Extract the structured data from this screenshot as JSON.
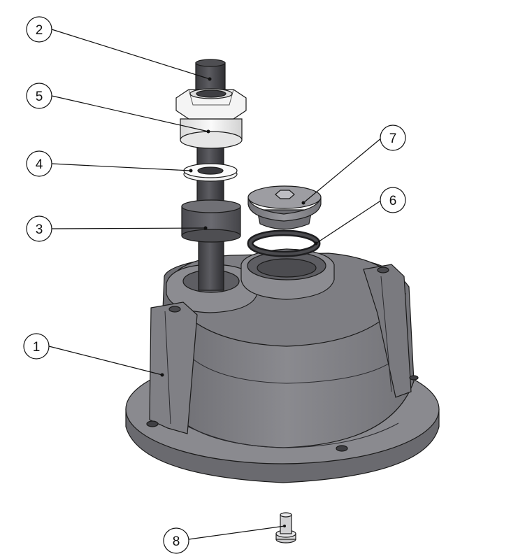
{
  "diagram": {
    "callouts": [
      {
        "label": "1"
      },
      {
        "label": "2"
      },
      {
        "label": "3"
      },
      {
        "label": "4"
      },
      {
        "label": "5"
      },
      {
        "label": "6"
      },
      {
        "label": "7"
      },
      {
        "label": "8"
      }
    ]
  },
  "colors": {
    "housing": "#7a7a7f",
    "housing_dark": "#5f5f64",
    "housing_light": "#8e8e93",
    "shaft": "#454549",
    "nut": "#efefef",
    "washer": "#f2f2f2",
    "bushing": "#5a5a5f",
    "plug": "#8a8a8f",
    "oring": "#2e2e30",
    "screw": "#d4d4d6"
  }
}
